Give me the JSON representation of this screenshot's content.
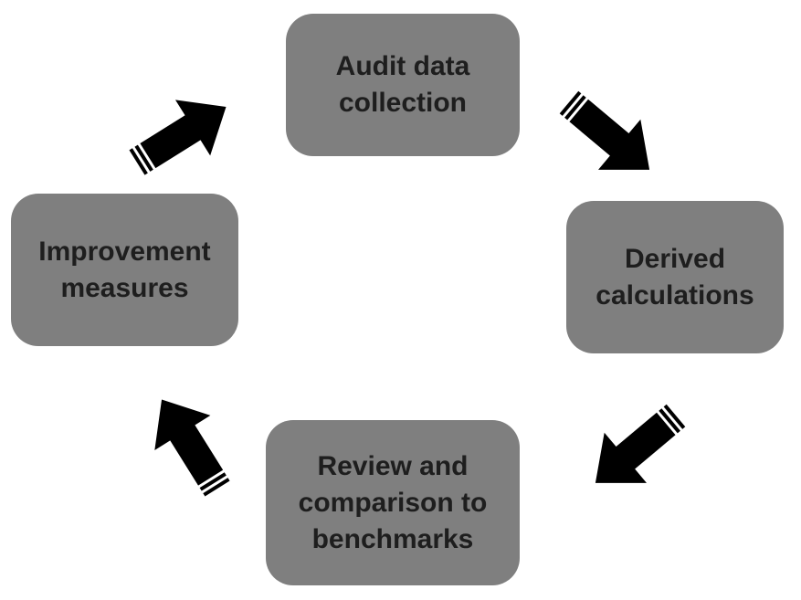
{
  "diagram": {
    "type": "cycle",
    "nodes": [
      {
        "id": "audit",
        "label": "Audit data\ncollection"
      },
      {
        "id": "derived",
        "label": "Derived\ncalculations"
      },
      {
        "id": "review",
        "label": "Review and\ncomparison to\nbenchmarks"
      },
      {
        "id": "improve",
        "label": "Improvement\nmeasures"
      }
    ],
    "edges": [
      {
        "from": "audit",
        "to": "derived",
        "icon": "arrow-icon"
      },
      {
        "from": "derived",
        "to": "review",
        "icon": "arrow-icon"
      },
      {
        "from": "review",
        "to": "improve",
        "icon": "arrow-icon"
      },
      {
        "from": "improve",
        "to": "audit",
        "icon": "arrow-icon"
      }
    ],
    "colors": {
      "node_fill": "#7f7f7f",
      "node_text": "#1e1e1e",
      "arrow": "#000000"
    }
  }
}
